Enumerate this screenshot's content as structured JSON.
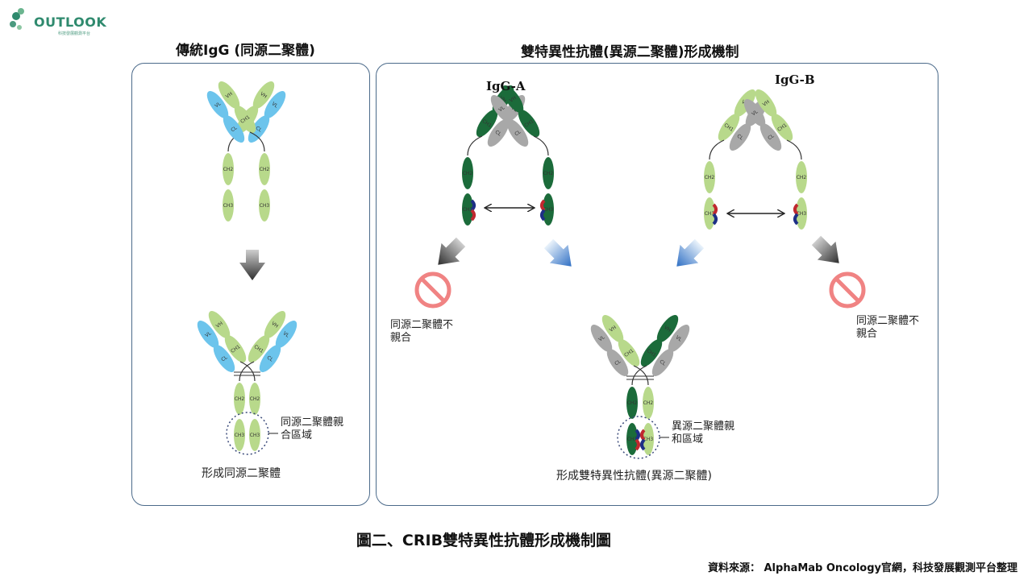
{
  "logo": {
    "text": "OUTLOOK",
    "subtitle": "科技發展觀測平台"
  },
  "left_panel": {
    "title": "傳統IgG (同源二聚體)",
    "region_label": "同源二聚體親\n合區域",
    "result_label": "形成同源二聚體"
  },
  "right_panel": {
    "title": "雙特異性抗體(異源二聚體)形成機制",
    "igg_a": "IgG-A",
    "igg_b": "IgG-B",
    "no_pair_left": "同源二聚體不\n親合",
    "no_pair_right": "同源二聚體不\n親合",
    "region_label": "異源二聚體親\n和區域",
    "result_label": "形成雙特異性抗體(異源二聚體)"
  },
  "domain_labels": {
    "vh": "VH",
    "vl": "VL",
    "ch1": "CH1",
    "cl": "CL",
    "ch2": "CH2",
    "ch3": "CH3"
  },
  "colors": {
    "light_green": "#b8d98b",
    "dark_green": "#1b6b3a",
    "blue": "#6cc4ec",
    "gray": "#a8a8a8",
    "red": "#c0282f",
    "navy": "#1d2f86",
    "panel_border": "#4b6a8a",
    "prohibit": "#f08383"
  },
  "caption": "圖二、CRIB雙特異性抗體形成機制圖",
  "source": "資料來源： AlphaMab Oncology官網，科技發展觀測平台整理"
}
